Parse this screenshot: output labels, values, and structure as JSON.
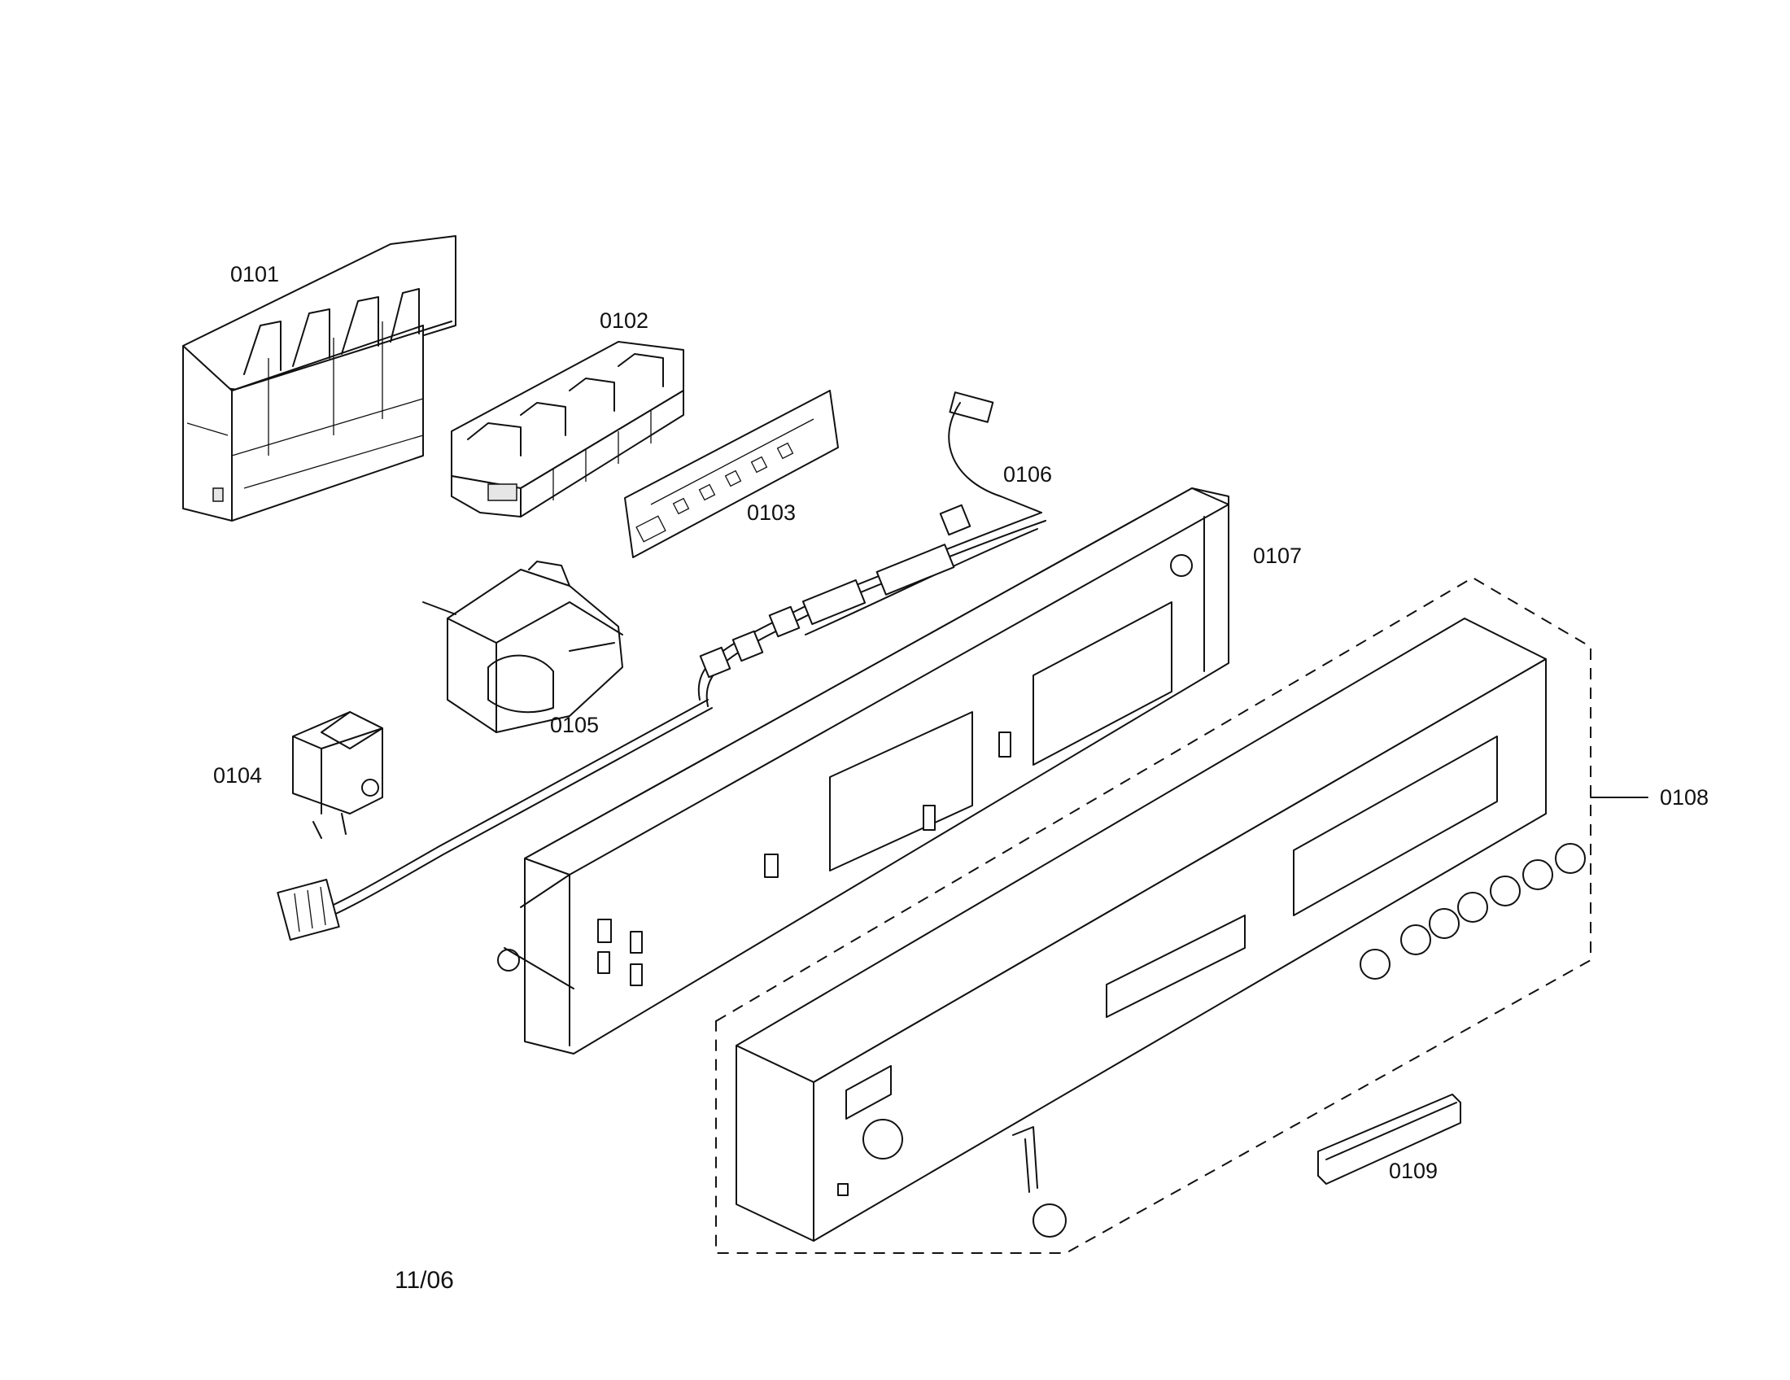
{
  "parts": [
    {
      "id": "0101",
      "label": "0101"
    },
    {
      "id": "0102",
      "label": "0102"
    },
    {
      "id": "0103",
      "label": "0103"
    },
    {
      "id": "0104",
      "label": "0104"
    },
    {
      "id": "0105",
      "label": "0105"
    },
    {
      "id": "0106",
      "label": "0106"
    },
    {
      "id": "0107",
      "label": "0107"
    },
    {
      "id": "0108",
      "label": "0108"
    },
    {
      "id": "0109",
      "label": "0109"
    }
  ],
  "revision_date": "11/06"
}
